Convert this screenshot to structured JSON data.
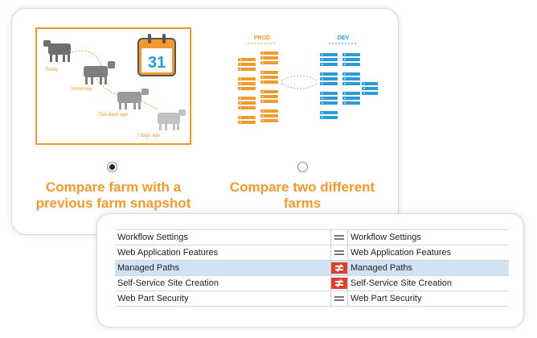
{
  "options": [
    {
      "label_line1": "Compare farm with a",
      "label_line2": "previous farm snapshot",
      "selected": true,
      "illustration_labels": [
        "Today",
        "Yesterday",
        "Two days ago",
        "7 days ago"
      ],
      "calendar_day": "31"
    },
    {
      "label_line1": "Compare two different",
      "label_line2": "farms",
      "selected": false,
      "env_labels": [
        "PROD",
        "DEV"
      ]
    }
  ],
  "comparison": {
    "rows": [
      {
        "left": "Workflow Settings",
        "right": "Workflow Settings",
        "status": "equal",
        "highlighted": false
      },
      {
        "left": "Web Application Features",
        "right": "Web Application Features",
        "status": "equal",
        "highlighted": false
      },
      {
        "left": "Managed Paths",
        "right": "Managed Paths",
        "status": "different",
        "highlighted": true
      },
      {
        "left": "Self-Service Site Creation",
        "right": "Self-Service Site Creation",
        "status": "different",
        "highlighted": false
      },
      {
        "left": "Web Part Security",
        "right": "Web Part Security",
        "status": "equal",
        "highlighted": false
      }
    ]
  },
  "colors": {
    "accent": "#f39a2f",
    "dev": "#2b9ad8",
    "diff": "#e0402a",
    "highlight": "#cfe3f5"
  }
}
